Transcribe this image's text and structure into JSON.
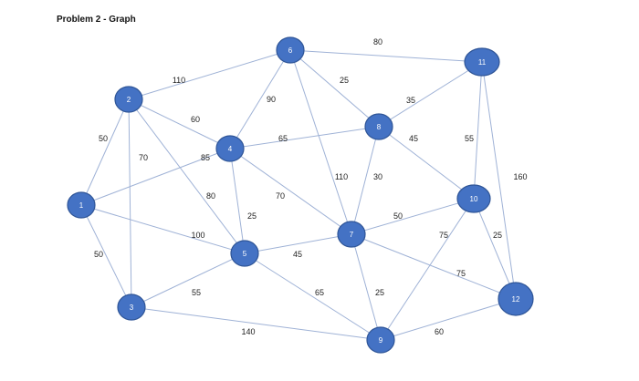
{
  "title": "Problem 2 - Graph",
  "colors": {
    "node_fill": "#4472c4",
    "node_stroke": "#2f5597",
    "edge": "#9fb2d6"
  },
  "graph": {
    "nodes": [
      "1",
      "2",
      "3",
      "4",
      "5",
      "6",
      "7",
      "8",
      "9",
      "10",
      "11",
      "12"
    ],
    "edges": [
      {
        "from": "6",
        "to": "11",
        "weight": "80"
      },
      {
        "from": "2",
        "to": "6",
        "weight": "110"
      },
      {
        "from": "6",
        "to": "4",
        "weight": "90"
      },
      {
        "from": "6",
        "to": "8",
        "weight": "25"
      },
      {
        "from": "6",
        "to": "7",
        "weight": "110"
      },
      {
        "from": "11",
        "to": "8",
        "weight": "35"
      },
      {
        "from": "11",
        "to": "10",
        "weight": "55"
      },
      {
        "from": "11",
        "to": "12",
        "weight": "160"
      },
      {
        "from": "2",
        "to": "4",
        "weight": "60"
      },
      {
        "from": "2",
        "to": "1",
        "weight": "50"
      },
      {
        "from": "2",
        "to": "3",
        "weight": "70"
      },
      {
        "from": "2",
        "to": "5",
        "weight": "80"
      },
      {
        "from": "4",
        "to": "8",
        "weight": "65"
      },
      {
        "from": "4",
        "to": "1",
        "weight": "85"
      },
      {
        "from": "4",
        "to": "5",
        "weight": "25"
      },
      {
        "from": "4",
        "to": "7",
        "weight": "70"
      },
      {
        "from": "8",
        "to": "7",
        "weight": "30"
      },
      {
        "from": "8",
        "to": "10",
        "weight": "45"
      },
      {
        "from": "1",
        "to": "5",
        "weight": "100"
      },
      {
        "from": "1",
        "to": "3",
        "weight": "50"
      },
      {
        "from": "5",
        "to": "7",
        "weight": "45"
      },
      {
        "from": "5",
        "to": "3",
        "weight": "55"
      },
      {
        "from": "5",
        "to": "9",
        "weight": "65"
      },
      {
        "from": "7",
        "to": "10",
        "weight": "50"
      },
      {
        "from": "7",
        "to": "9",
        "weight": "25"
      },
      {
        "from": "7",
        "to": "12",
        "weight": "75"
      },
      {
        "from": "10",
        "to": "9",
        "weight": "75"
      },
      {
        "from": "10",
        "to": "12",
        "weight": "25"
      },
      {
        "from": "3",
        "to": "9",
        "weight": "140"
      },
      {
        "from": "9",
        "to": "12",
        "weight": "60"
      }
    ]
  }
}
